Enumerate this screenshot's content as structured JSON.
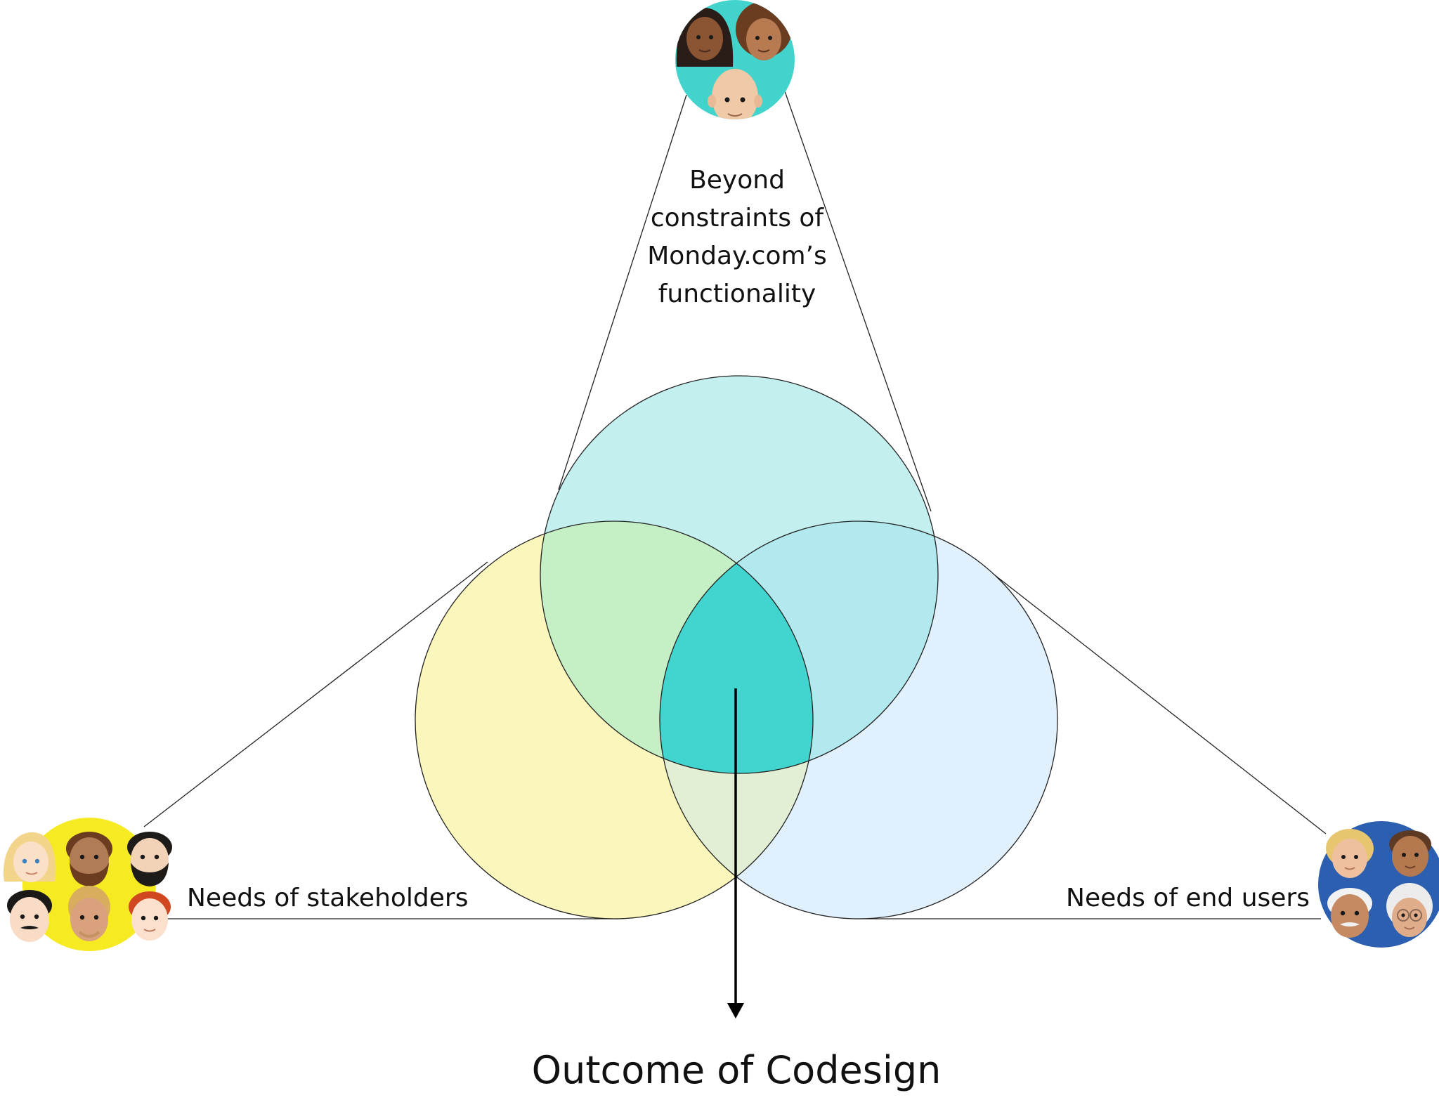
{
  "labels": {
    "top_line1": "Beyond",
    "top_line2": "constraints of",
    "top_line3": "Monday.com’s",
    "top_line4": "functionality",
    "left": "Needs of stakeholders",
    "right": "Needs of end users",
    "outcome": "Outcome of Codesign"
  },
  "groups": {
    "top": {
      "color": "#42d3cd",
      "icons": [
        "woman-dark-hair-icon",
        "woman-curly-hair-icon",
        "bald-man-icon"
      ]
    },
    "left": {
      "color": "#f6ea22",
      "icons": [
        "blonde-woman-icon",
        "bearded-man-icon",
        "bearded-man-dark-hair-icon",
        "man-mustache-icon",
        "man-curly-blond-icon",
        "redhead-man-icon"
      ]
    },
    "right": {
      "color": "#2c5fb0",
      "icons": [
        "blonde-child-icon",
        "child-icon",
        "older-man-icon",
        "older-woman-icon"
      ]
    }
  },
  "circles": {
    "top_fill": "#c3efef",
    "left_fill": "#fbf6bb",
    "right_fill": "#e1f0fd",
    "overlap_top_left": "#c5efc5",
    "overlap_top_right": "#b1e9ee",
    "overlap_left_right": "#e3efd5",
    "center": "#42d4ce"
  }
}
